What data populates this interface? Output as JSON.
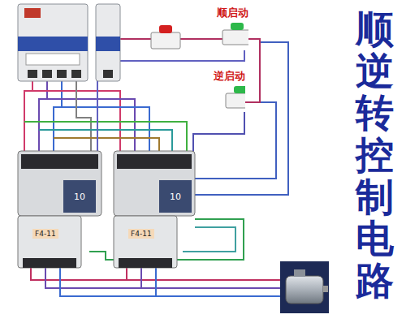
{
  "diagram": {
    "title": "顺逆转控制电路",
    "nodes": [
      {
        "text": [
          "顺启动"
        ]
      },
      {
        "text": [
          "逆启动"
        ]
      }
    ],
    "edges": [
      {
        "from": 0,
        "to": 1,
        "arrow": "none"
      }
    ],
    "labels": [
      "10",
      "10",
      "F4-11",
      "F4-11"
    ]
  }
}
